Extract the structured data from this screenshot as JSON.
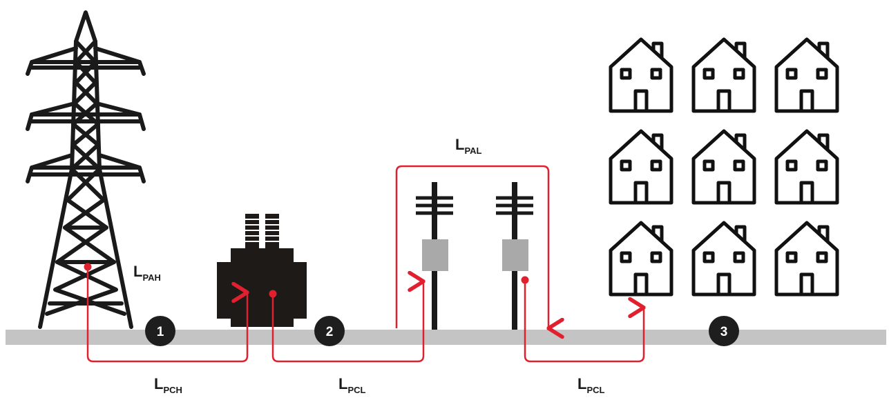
{
  "colors": {
    "accent_red": "#e0202e",
    "ground_grey": "#c4c4c4",
    "structure_black": "#1a1a1a",
    "meter_grey": "#a9a9a9",
    "badge_bg": "#1e1e1e"
  },
  "icons": {
    "tower": "transmission-tower-icon",
    "substation": "substation-transformer-icon",
    "pole": "utility-pole-icon",
    "meter": "pole-transformer-icon",
    "house": "house-icon"
  },
  "badges": {
    "one": "1",
    "two": "2",
    "three": "3"
  },
  "loss_labels": {
    "pah": {
      "main": "L",
      "sub": "PAH"
    },
    "pch": {
      "main": "L",
      "sub": "PCH"
    },
    "pcl_mid": {
      "main": "L",
      "sub": "PCL"
    },
    "pcl_right": {
      "main": "L",
      "sub": "PCL"
    },
    "pal": {
      "main": "L",
      "sub": "PAL"
    }
  },
  "houses_grid": {
    "rows": 3,
    "cols": 3
  }
}
